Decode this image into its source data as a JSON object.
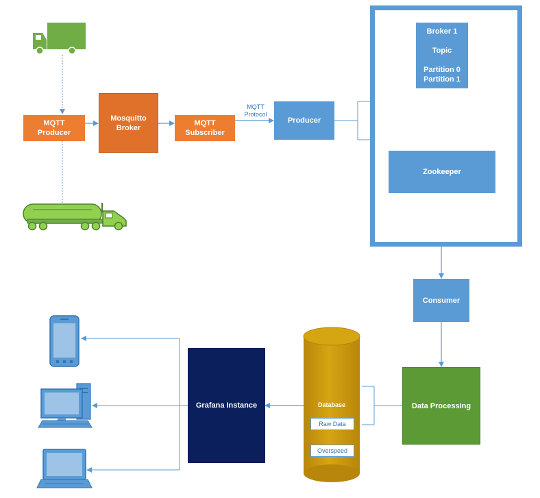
{
  "nodes": {
    "mqtt_producer": "MQTT\nProducer",
    "mosquitto_broker": "Mosquitto\nBroker",
    "mqtt_subscriber": "MQTT\nSubscriber",
    "mqtt_protocol": "MQTT\nProtocol",
    "producer": "Producer",
    "broker": {
      "title": "Broker 1",
      "topic": "Topic",
      "partition0": "Partition 0",
      "partition1": "Partition 1"
    },
    "zookeeper": "Zookeeper",
    "consumer": "Consumer",
    "data_processing": "Data Processing",
    "database": {
      "title": "Database",
      "raw": "Raw Data",
      "overspeed": "Overspeed"
    },
    "grafana": "Grafana Instance"
  },
  "colors": {
    "orange": "#ed7d31",
    "blue": "#5b9bd5",
    "green": "#5b9a34",
    "navy": "#0a1f5c",
    "gold": "#c99a06",
    "truck_green": "#70ad47"
  },
  "icons": [
    "box-truck-icon",
    "tanker-truck-icon",
    "smartphone-icon",
    "desktop-computer-icon",
    "laptop-icon"
  ]
}
